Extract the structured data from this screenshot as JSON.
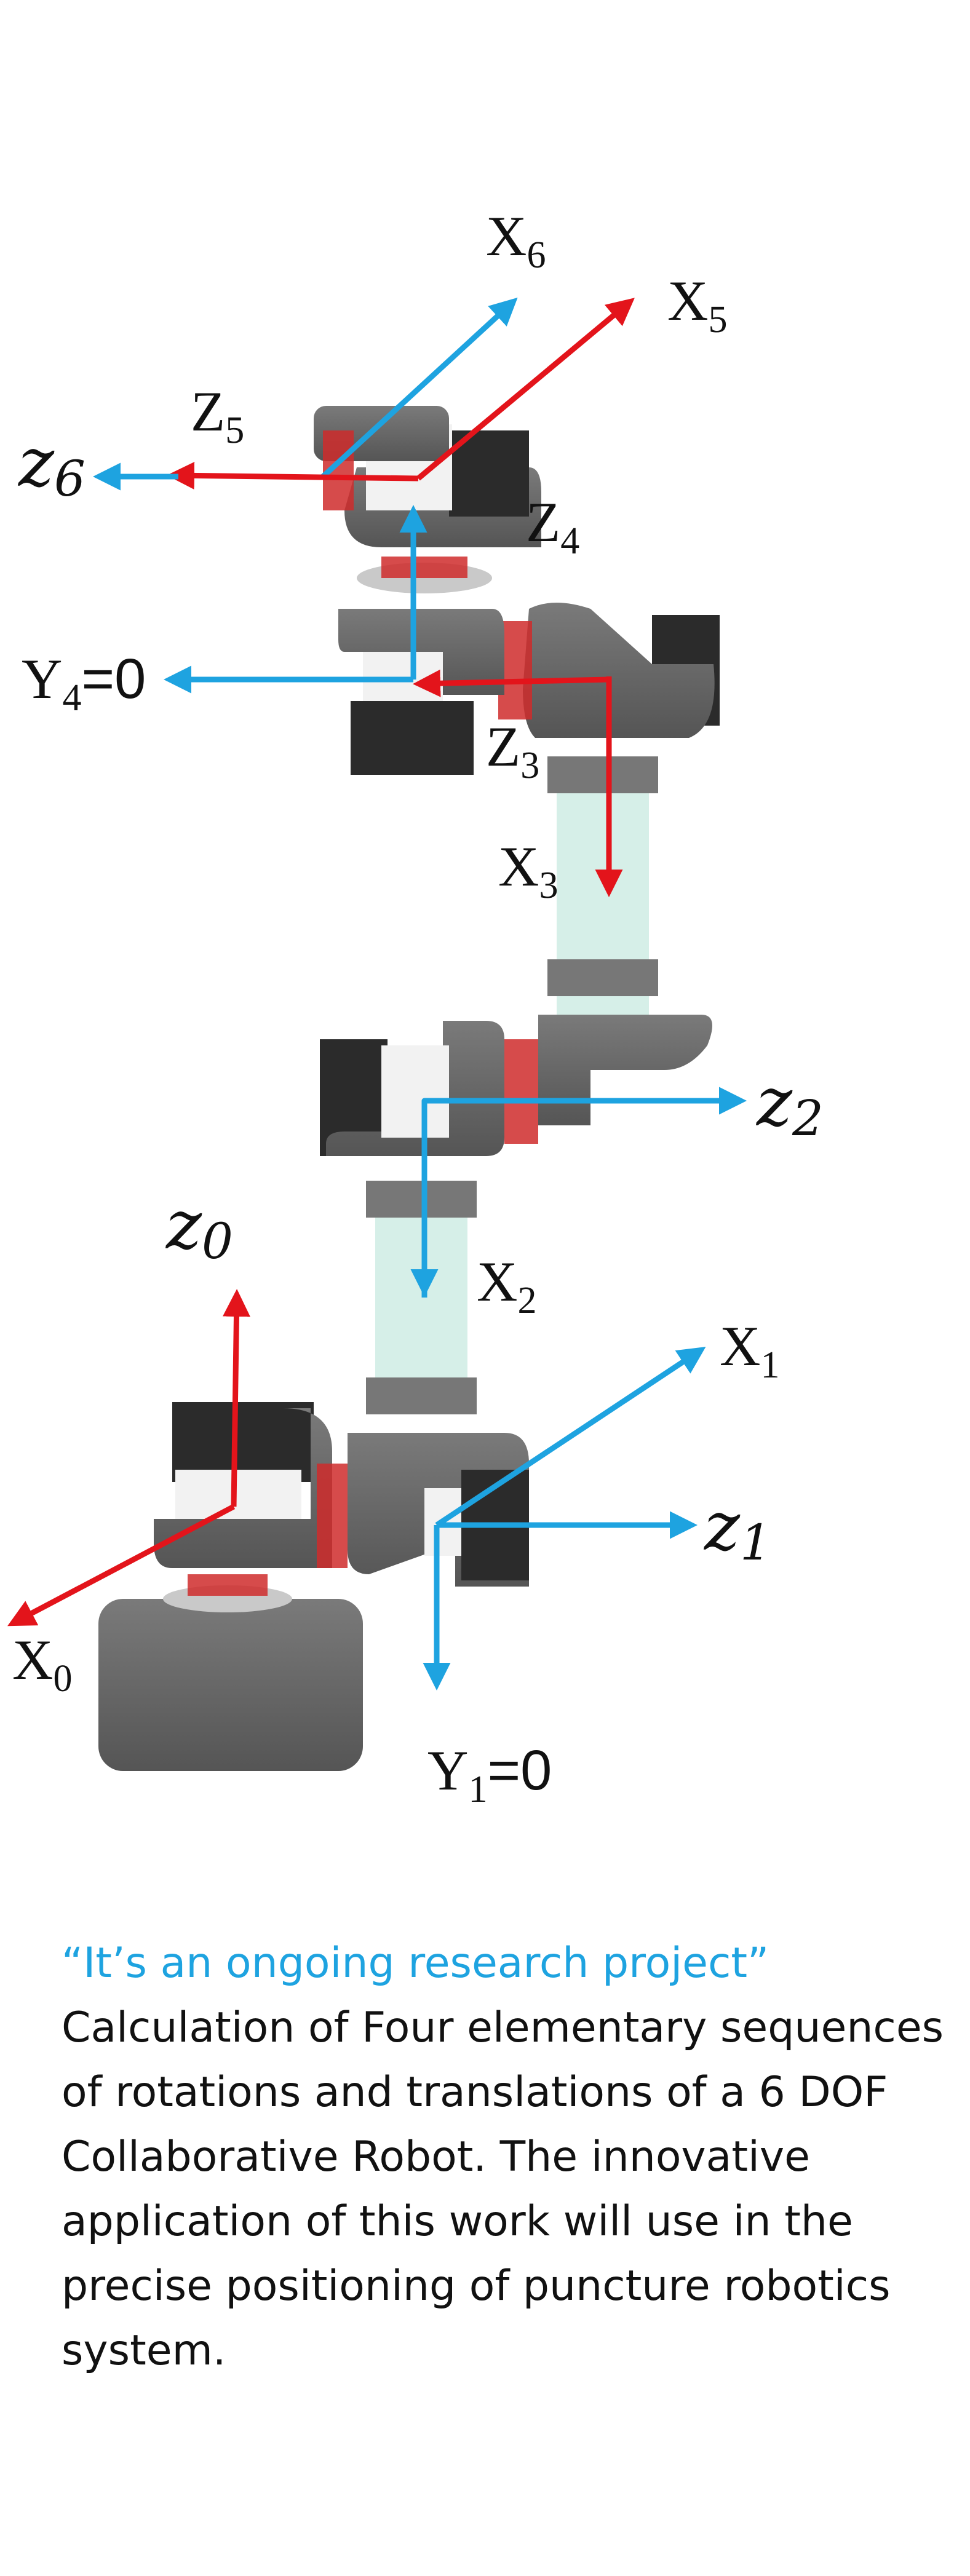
{
  "labels": {
    "x6": "X",
    "x6_sub": "6",
    "x5": "X",
    "x5_sub": "5",
    "z5": "Z",
    "z5_sub": "5",
    "z6": "z",
    "z6_sub": "6",
    "z4": "Z",
    "z4_sub": "4",
    "y4": "Y",
    "y4_sub": "4",
    "y4_suffix": "=0",
    "z3": "Z",
    "z3_sub": "3",
    "x3": "X",
    "x3_sub": "3",
    "z2": "z",
    "z2_sub": "2",
    "z0": "z",
    "z0_sub": "0",
    "x2": "X",
    "x2_sub": "2",
    "x1": "X",
    "x1_sub": "1",
    "z1": "z",
    "z1_sub": "1",
    "x0": "X",
    "x0_sub": "0",
    "y1": "Y",
    "y1_sub": "1",
    "y1_suffix": "=0"
  },
  "caption": {
    "quote": "“It’s an ongoing research project”",
    "body": "Calculation of  Four elementary sequences of rotations and translations of a 6 DOF Collaborative Robot. The innovative application of this work will use in the precise positioning of puncture robotics system."
  },
  "colors": {
    "blue_arrow": "#1ea3e0",
    "red_arrow": "#e3141b",
    "robot_gray": "#676767",
    "robot_dark": "#2b2b2b",
    "link_mint": "#d6efe8",
    "joint_white": "#f2f2f2"
  }
}
